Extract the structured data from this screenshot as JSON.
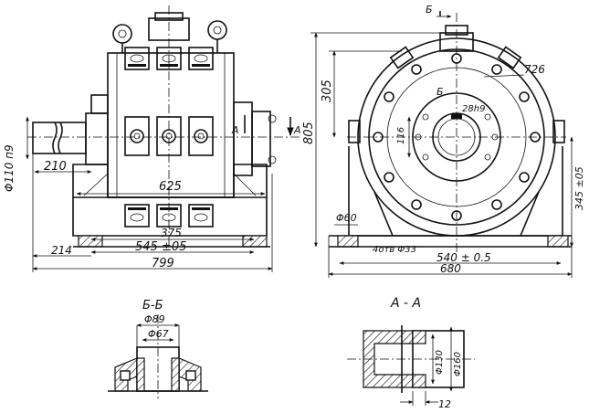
{
  "front_view": {
    "dim_shaft_dia": "Φ110 п9",
    "dim_210": "210",
    "dim_625": "625",
    "dim_375": "375",
    "dim_545": "545 ±05",
    "dim_214": "214",
    "dim_799": "799",
    "section_mark_a_left": "А",
    "section_mark_a_right": "А"
  },
  "side_view": {
    "section_mark_b_top": "Б",
    "section_mark_b_mid": "Б",
    "dim_305": "305",
    "dim_805": "805",
    "dim_726": "726",
    "dim_28h9": "28h9",
    "dim_116": "116",
    "dim_phi60": "Φ60",
    "dim_345": "345 ±05",
    "dim_holes": "4отв Φ33",
    "dim_540": "540 ± 0.5",
    "dim_680": "680"
  },
  "section_bb": {
    "title": "Б-Б",
    "dim_phi89": "Φ89",
    "dim_phi67": "Φ67"
  },
  "section_aa": {
    "title": "А - А",
    "dim_phi130": "Φ130",
    "dim_phi160": "Φ160",
    "dim_12": "12"
  }
}
